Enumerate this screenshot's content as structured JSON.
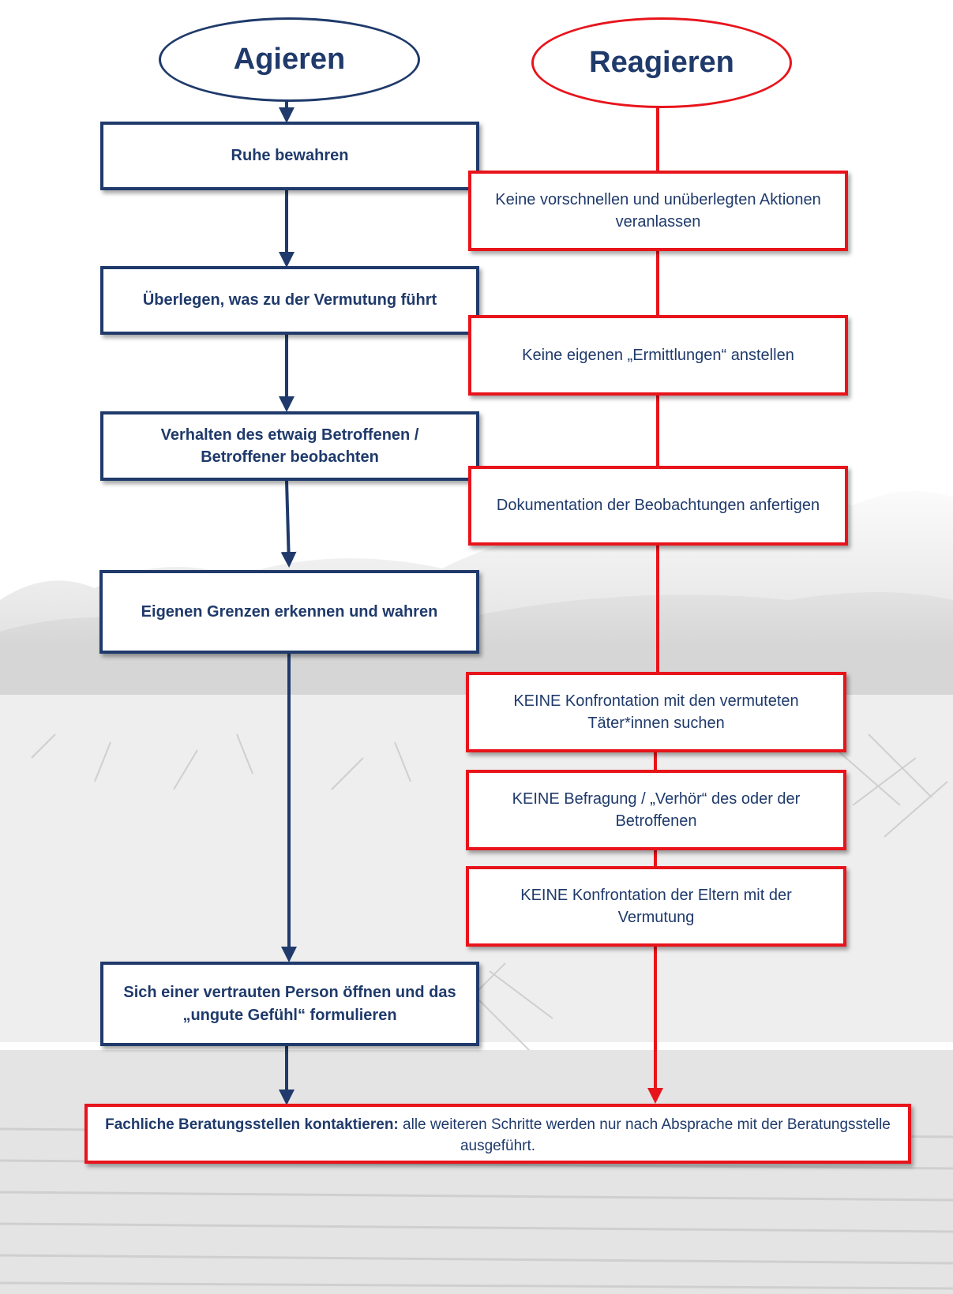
{
  "columns": {
    "left": {
      "title": "Agieren",
      "color": "#1f3a6b"
    },
    "right": {
      "title": "Reagieren",
      "color": "#e8141b"
    }
  },
  "left_steps": [
    "Ruhe bewahren",
    "Überlegen, was zu der Vermutung führt",
    "Verhalten des etwaig Betroffenen / Betroffener beobachten",
    "Eigenen Grenzen erkennen und wahren",
    "Sich einer vertrauten Person öffnen und das „ungute Gefühl“ formulieren"
  ],
  "right_steps": [
    "Keine vorschnellen und unüberlegten Aktionen veranlassen",
    "Keine eigenen „Ermittlungen“ anstellen",
    "Dokumentation der Beobachtungen anfertigen",
    "KEINE Konfrontation mit den vermuteten Täter*innen suchen",
    "KEINE Befragung / „Verhör“ des oder der Betroffenen",
    "KEINE Konfrontation der Eltern mit der Vermutung"
  ],
  "final_step": {
    "bold": "Fachliche Beratungsstellen kontaktieren:",
    "text": " alle weiteren Schritte werden nur nach Absprache mit der Beratungsstelle ausgeführt."
  }
}
